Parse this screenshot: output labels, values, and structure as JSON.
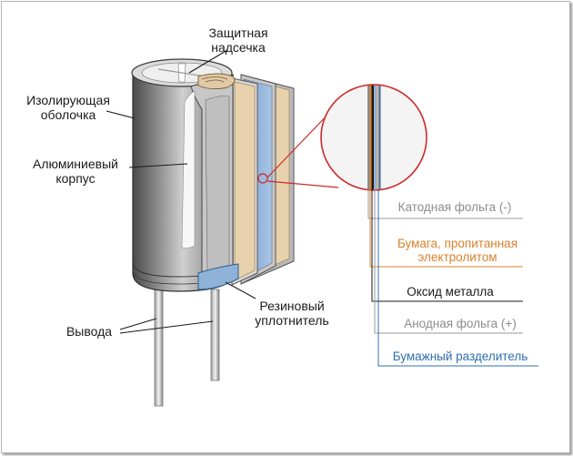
{
  "labels": {
    "protective_notch": [
      "Защитная",
      "надсечка"
    ],
    "insulating_shell": [
      "Изолирующая",
      "оболочка"
    ],
    "aluminum_case": [
      "Алюминиевый",
      "корпус"
    ],
    "rubber_seal": [
      "Резиновый",
      "уплотнитель"
    ],
    "leads": "Вывода"
  },
  "legend": [
    {
      "text": "Катодная фольга (-)",
      "color": "#8c8c8c"
    },
    {
      "text": "Бумага, пропитанная",
      "text2": "электролитом",
      "color": "#d9822b"
    },
    {
      "text": "Оксид металла",
      "color": "#1a1a1a"
    },
    {
      "text": "Анодная фольга (+)",
      "color": "#8c8c8c"
    },
    {
      "text": "Бумажный разделитель",
      "color": "#2f6fb0"
    }
  ],
  "colors": {
    "magnifier_ring": "#cc2a2a",
    "foil_blue": "#8fb2d9",
    "paper_beige": "#e8d2ad",
    "case_gray": "#8a8a8a"
  }
}
